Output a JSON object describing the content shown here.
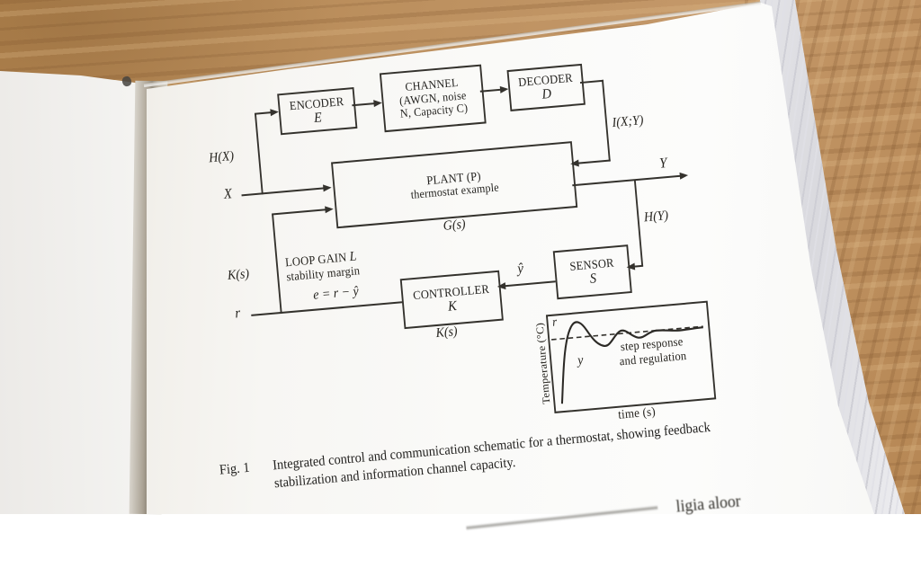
{
  "figure": {
    "caption": {
      "tag": "Fig. 1",
      "line1": "Integrated control and communication schematic for a thermostat, showing feedback",
      "line2": "stabilization and information channel capacity."
    },
    "blocks": {
      "encoder": {
        "title": "ENCODER",
        "symbol": "E"
      },
      "channel": {
        "title": "CHANNEL",
        "line2": "(AWGN, noise",
        "line3": "N, Capacity C)"
      },
      "decoder": {
        "title": "DECODER",
        "symbol": "D"
      },
      "plant": {
        "title": "PLANT (P)",
        "subtitle": "thermostat example",
        "below": "G(s)"
      },
      "controller": {
        "title": "CONTROLLER",
        "symbol": "K",
        "below": "K(s)"
      },
      "sensor": {
        "title": "SENSOR",
        "symbol": "S"
      }
    },
    "signal_labels": {
      "hx": "H(X)",
      "x": "X",
      "ixy": "I(X;Y)",
      "y_out": "Y",
      "hy": "H(Y)",
      "yhat": "ŷ",
      "error": "e = r − ŷ",
      "r": "r",
      "ks": "K(s)",
      "loop_gain": "LOOP GAIN",
      "loop_gain_var": "L",
      "stability": "stability margin"
    },
    "inset_plot": {
      "ylabel": "Temperature (°C)",
      "xlabel": "time (s)",
      "ref_label": "r",
      "curve_label": "y",
      "note_line1": "step response",
      "note_line2": "and regulation"
    }
  },
  "chart_data": {
    "type": "line",
    "title": "step response and regulation",
    "xlabel": "time (s)",
    "ylabel": "Temperature (°C)",
    "axes_numeric": false,
    "legend_position": "none",
    "series": [
      {
        "name": "y (step response)",
        "x": [
          0,
          0.5,
          1.0,
          1.5,
          2.0,
          2.5,
          3.0,
          3.5,
          4.0,
          5.0,
          6.0,
          7.0,
          8.0
        ],
        "values": [
          0,
          0.45,
          0.95,
          1.25,
          1.1,
          0.9,
          0.97,
          1.07,
          1.03,
          0.99,
          1.02,
          1.01,
          1.01
        ]
      },
      {
        "name": "r (reference, dashed)",
        "x": [
          0,
          8.0
        ],
        "values": [
          1.0,
          1.0
        ]
      }
    ],
    "annotations": [
      "r",
      "y",
      "step response and regulation"
    ]
  },
  "page_bottom": {
    "fragment": "ligia aloor"
  },
  "colors": {
    "ink": "#26241f",
    "paper": "#f7f6f3",
    "paper_shadow": "#cdc8bd",
    "wood": "#bd9160",
    "wood_dark": "#a07347",
    "wood_light": "#cfa876"
  }
}
